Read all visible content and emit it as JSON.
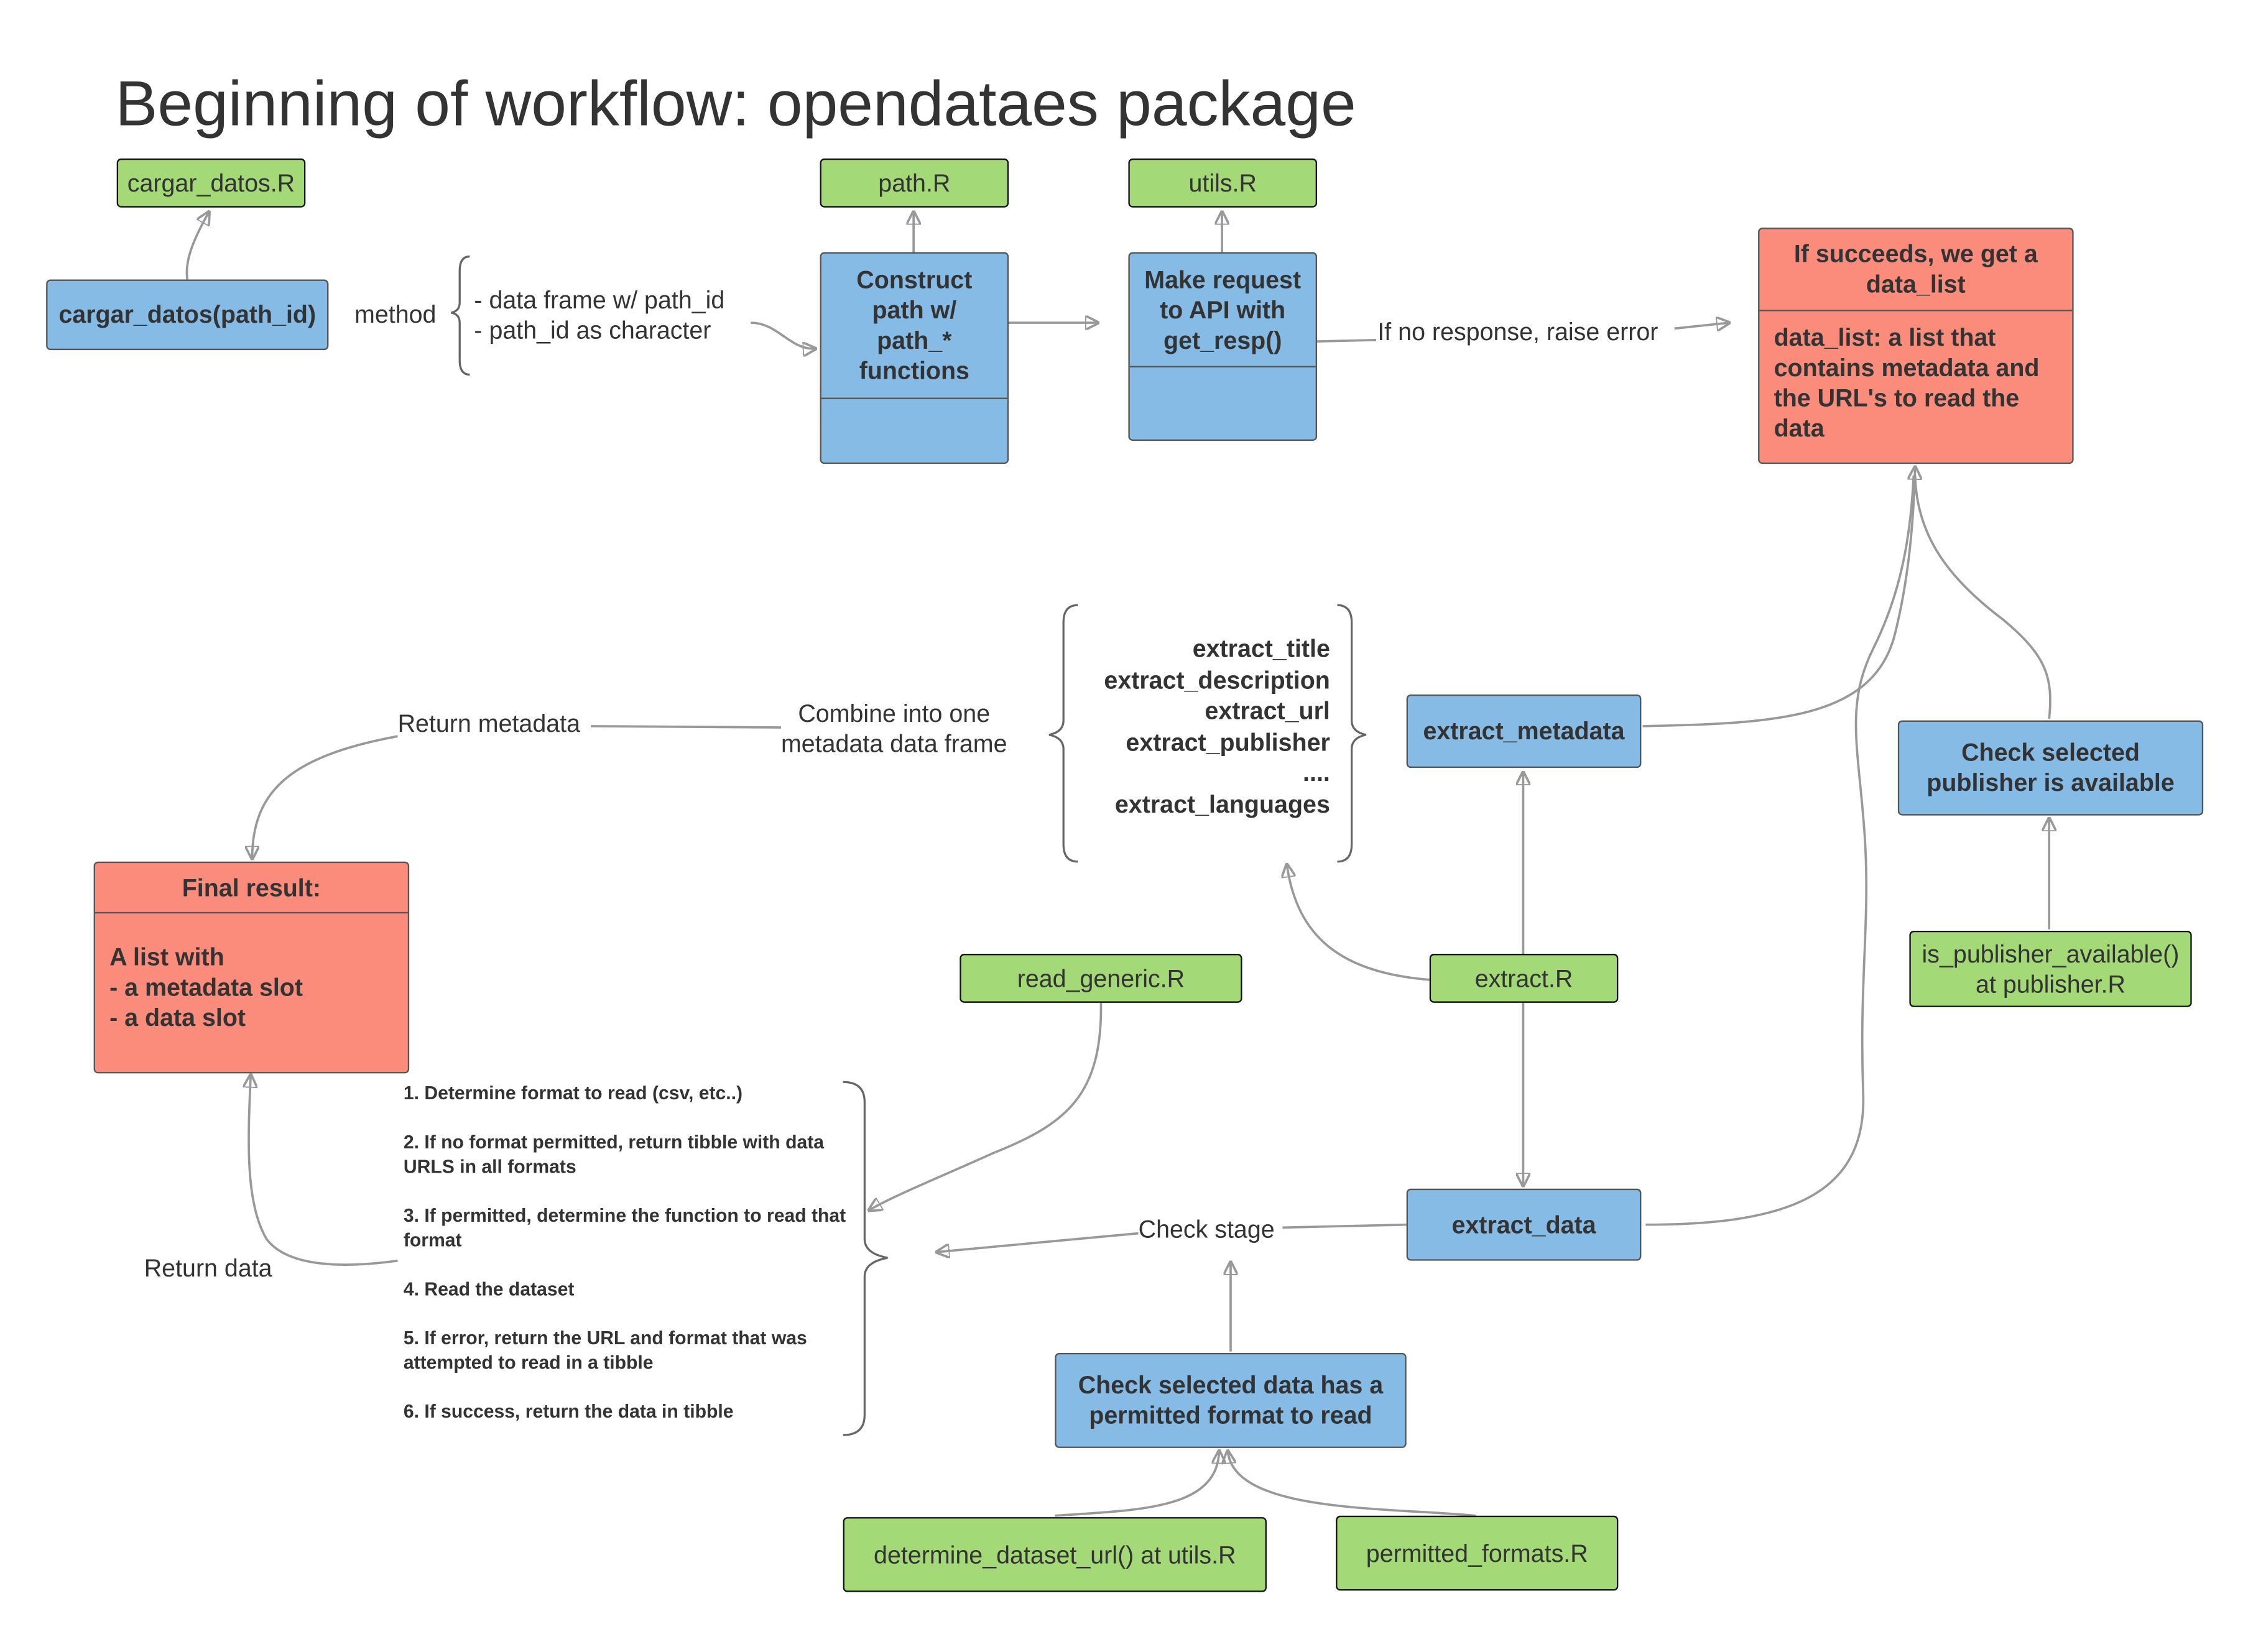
{
  "title": "Beginning of workflow: opendataes package",
  "colors": {
    "green": "#a3d977",
    "blue": "#85bbe5",
    "red": "#fb8c7b",
    "connector": "#999999"
  },
  "files": {
    "cargar_datos": "cargar_datos.R",
    "path": "path.R",
    "utils": "utils.R",
    "read_generic": "read_generic.R",
    "extract": "extract.R",
    "publisher": "is_publisher_available()\nat publisher.R",
    "determine_url": "determine_dataset_url() at utils.R",
    "permitted_formats": "permitted_formats.R"
  },
  "functions": {
    "cargar_datos": "cargar_datos(path_id)",
    "construct_path": "Construct path w/ path_* functions",
    "make_request": "Make request to API with get_resp()",
    "extract_metadata": "extract_metadata",
    "extract_data": "extract_data",
    "check_publisher": "Check selected publisher is available",
    "check_format": "Check selected data has a permitted format to read"
  },
  "results": {
    "succeeds_header": "If succeeds, we get a data_list",
    "succeeds_body": "data_list: a list that contains metadata and the URL's to read the data",
    "final_header": "Final result:",
    "final_body": "A list with\n- a metadata slot\n- a data slot"
  },
  "labels": {
    "method": "method",
    "method_options": "- data frame w/ path_id\n- path_id as character",
    "no_response": "If no response, raise error",
    "return_metadata": "Return metadata",
    "combine": "Combine into one\nmetadata data frame",
    "check_stage": "Check stage",
    "return_data": "Return data"
  },
  "extract_functions": [
    "extract_title",
    "extract_description",
    "extract_url",
    "extract_publisher",
    "....",
    "extract_languages"
  ],
  "read_steps": [
    "1. Determine format to read (csv, etc..)",
    "2. If no format permitted, return tibble with data URLS in all formats",
    "3. If permitted, determine the function to read that format",
    "4. Read the dataset",
    "5. If error, return the URL and format that was attempted to read in a tibble",
    "6. If success, return the data in tibble"
  ]
}
